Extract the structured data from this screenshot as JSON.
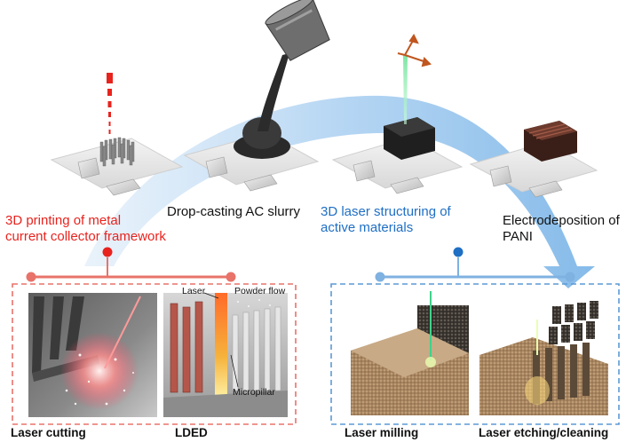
{
  "steps": [
    {
      "line1": "3D printing of metal",
      "line2": "current collector framework",
      "color": "#e8231e"
    },
    {
      "line1": "Drop-casting AC slurry",
      "color": "#111111"
    },
    {
      "line1": "3D laser structuring of",
      "line2": "active materials",
      "color": "#1f6fc4"
    },
    {
      "line1": "Electrodeposition of",
      "line2": "PANI",
      "color": "#111111"
    }
  ],
  "panels": {
    "left": {
      "border_color": "#e8736a",
      "captions": [
        "Laser cutting",
        "LDED"
      ]
    },
    "right": {
      "border_color": "#5b9ad6",
      "captions": [
        "Laser milling",
        "Laser etching/cleaning"
      ]
    }
  },
  "lded_annotations": {
    "laser": "Laser",
    "powder": "Powder flow",
    "micropillar": "Micropillar"
  },
  "colors": {
    "red_accent": "#e8231e",
    "blue_accent": "#1f6fc4",
    "arrow": "#9cc7ee"
  }
}
